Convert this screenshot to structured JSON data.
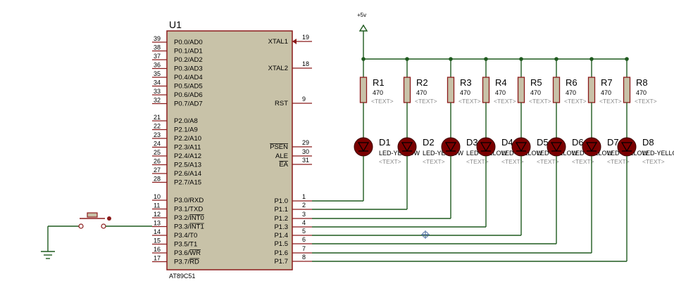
{
  "chip": {
    "ref": "U1",
    "part": "AT89C51",
    "port0": [
      {
        "num": "39",
        "name": "P0.0/AD0"
      },
      {
        "num": "38",
        "name": "P0.1/AD1"
      },
      {
        "num": "37",
        "name": "P0.2/AD2"
      },
      {
        "num": "36",
        "name": "P0.3/AD3"
      },
      {
        "num": "35",
        "name": "P0.4/AD4"
      },
      {
        "num": "34",
        "name": "P0.5/AD5"
      },
      {
        "num": "33",
        "name": "P0.6/AD6"
      },
      {
        "num": "32",
        "name": "P0.7/AD7"
      }
    ],
    "port2": [
      {
        "num": "21",
        "name": "P2.0/A8"
      },
      {
        "num": "22",
        "name": "P2.1/A9"
      },
      {
        "num": "23",
        "name": "P2.2/A10"
      },
      {
        "num": "24",
        "name": "P2.3/A11"
      },
      {
        "num": "25",
        "name": "P2.4/A12"
      },
      {
        "num": "26",
        "name": "P2.5/A13"
      },
      {
        "num": "27",
        "name": "P2.6/A14"
      },
      {
        "num": "28",
        "name": "P2.7/A15"
      }
    ],
    "port3": [
      {
        "num": "10",
        "name": "P3.0/RXD"
      },
      {
        "num": "11",
        "name": "P3.1/TXD"
      },
      {
        "num": "12",
        "name": "P3.2/INT0"
      },
      {
        "num": "13",
        "name": "P3.3/INT1"
      },
      {
        "num": "14",
        "name": "P3.4/T0"
      },
      {
        "num": "15",
        "name": "P3.5/T1"
      },
      {
        "num": "16",
        "name": "P3.6/WR"
      },
      {
        "num": "17",
        "name": "P3.7/RD"
      }
    ],
    "right_top": [
      {
        "num": "19",
        "name": "XTAL1"
      },
      {
        "num": "18",
        "name": "XTAL2"
      },
      {
        "num": "9",
        "name": "RST"
      }
    ],
    "right_mid": [
      {
        "num": "29",
        "name": "PSEN"
      },
      {
        "num": "30",
        "name": "ALE"
      },
      {
        "num": "31",
        "name": "EA"
      }
    ],
    "port1": [
      {
        "num": "1",
        "name": "P1.0"
      },
      {
        "num": "2",
        "name": "P1.1"
      },
      {
        "num": "3",
        "name": "P1.2"
      },
      {
        "num": "4",
        "name": "P1.3"
      },
      {
        "num": "5",
        "name": "P1.4"
      },
      {
        "num": "6",
        "name": "P1.5"
      },
      {
        "num": "7",
        "name": "P1.6"
      },
      {
        "num": "8",
        "name": "P1.7"
      }
    ]
  },
  "power_label": "+5v",
  "resistors": [
    {
      "ref": "R1",
      "value": "470",
      "text": "<TEXT>"
    },
    {
      "ref": "R2",
      "value": "470",
      "text": "<TEXT>"
    },
    {
      "ref": "R3",
      "value": "470",
      "text": "<TEXT>"
    },
    {
      "ref": "R4",
      "value": "470",
      "text": "<TEXT>"
    },
    {
      "ref": "R5",
      "value": "470",
      "text": "<TEXT>"
    },
    {
      "ref": "R6",
      "value": "470",
      "text": "<TEXT>"
    },
    {
      "ref": "R7",
      "value": "470",
      "text": "<TEXT>"
    },
    {
      "ref": "R8",
      "value": "470",
      "text": "<TEXT>"
    }
  ],
  "leds": [
    {
      "ref": "D1",
      "value": "LED-YELLOW",
      "text": "<TEXT>"
    },
    {
      "ref": "D2",
      "value": "LED-YELLOW",
      "text": "<TEXT>"
    },
    {
      "ref": "D3",
      "value": "LED-YELLOW",
      "text": "<TEXT>"
    },
    {
      "ref": "D4",
      "value": "LED-YELLOW",
      "text": "<TEXT>"
    },
    {
      "ref": "D5",
      "value": "LED-YELLOW",
      "text": "<TEXT>"
    },
    {
      "ref": "D6",
      "value": "LED-YELLOW",
      "text": "<TEXT>"
    },
    {
      "ref": "D7",
      "value": "LED-YELLOW",
      "text": "<TEXT>"
    },
    {
      "ref": "D8",
      "value": "LED-YELLOW",
      "text": "<TEXT>"
    }
  ],
  "colors": {
    "chip_fill": "#c8c2a8",
    "chip_border": "#8b1a1a",
    "pin": "#8b1a1a",
    "wire": "#1e5a1e",
    "component_border": "#8b1a1a",
    "led_fill": "#7a0000",
    "junction": "#1e5a1e",
    "power": "#1e5a1e"
  }
}
